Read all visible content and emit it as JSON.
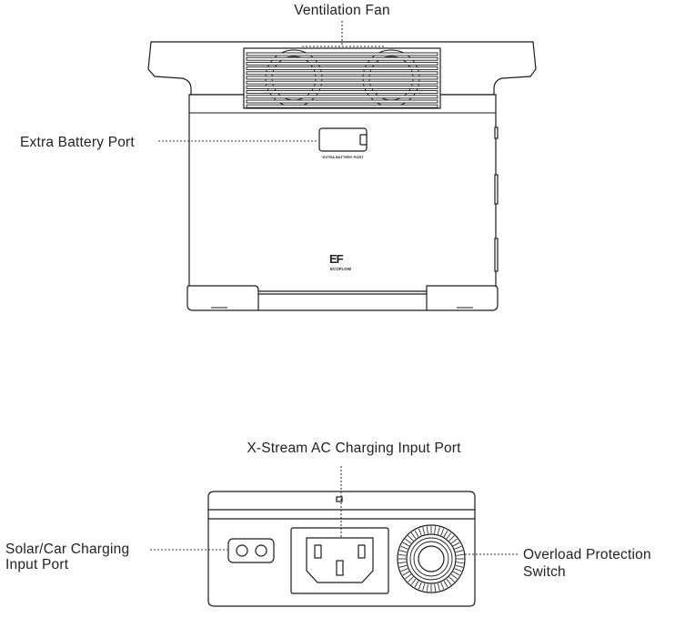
{
  "callouts": {
    "ventilation_fan": "Ventilation Fan",
    "extra_battery_port": "Extra Battery Port",
    "xstream_ac": "X-Stream AC Charging Input Port",
    "solar_car_line1": "Solar/Car Charging",
    "solar_car_line2": "Input Port",
    "overload_line1": "Overload Protection",
    "overload_line2": "Switch"
  },
  "device_markings": {
    "extra_battery_port_tag": "EXTRA BATTERY PORT",
    "brand_mark": "EF",
    "brand_word": "ECOFLOW"
  }
}
